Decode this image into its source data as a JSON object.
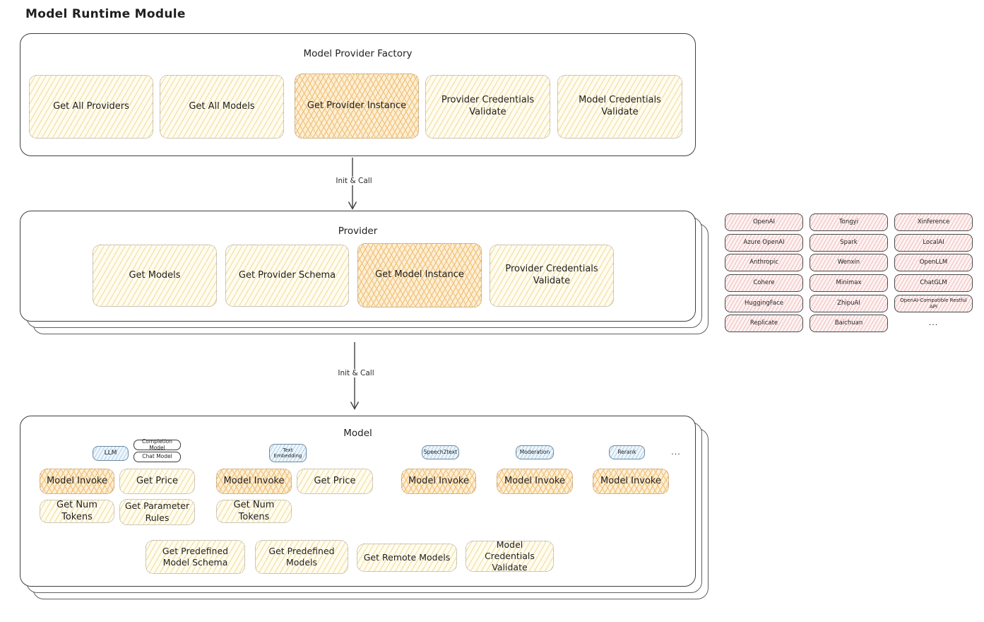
{
  "title": "Model Runtime Module",
  "arrows": {
    "factory_to_provider": "Init & Call",
    "provider_to_model": "Init & Call"
  },
  "factory": {
    "title": "Model Provider Factory",
    "buttons": [
      "Get All Providers",
      "Get All Models",
      "Get Provider Instance",
      "Provider Credentials Validate",
      "Model Credentials Validate"
    ]
  },
  "provider": {
    "title": "Provider",
    "buttons": [
      "Get Models",
      "Get Provider Schema",
      "Get Model Instance",
      "Provider Credentials Validate"
    ]
  },
  "providers_grid": {
    "col1": [
      "OpenAI",
      "Azure OpenAI",
      "Anthropic",
      "Cohere",
      "HuggingFace",
      "Replicate"
    ],
    "col2": [
      "Tongyi",
      "Spark",
      "Wenxin",
      "Minimax",
      "ZhipuAI",
      "Baichuan"
    ],
    "col3": [
      "Xinference",
      "LocalAI",
      "OpenLLM",
      "ChatGLM",
      "OpenAI-Compatible Restful API"
    ],
    "more": "..."
  },
  "model": {
    "title": "Model",
    "tabs": [
      "LLM",
      "Completion Model",
      "Chat Model",
      "Text Embedding",
      "Speech2text",
      "Moderation",
      "Rerank"
    ],
    "tabs_more": "...",
    "actions": {
      "model_invoke": "Model Invoke",
      "get_price": "Get Price",
      "get_num_tokens": "Get Num Tokens",
      "get_parameter_rules": "Get Parameter Rules"
    },
    "bottom": [
      "Get Predefined Model Schema",
      "Get Predefined Models",
      "Get Remote Models",
      "Model Credentials Validate"
    ]
  },
  "colors": {
    "yellow_fill": "#fffcf1",
    "yellow_hatch": "#f2dfa0",
    "orange_fill": "#fcefd6",
    "orange_hatch": "#f2bf74",
    "blue_fill": "#eef6fc",
    "blue_hatch": "#aed0e8",
    "pink_fill": "#fdf2f2",
    "pink_hatch": "#f0bcbc",
    "ink": "#1f1f1f"
  }
}
